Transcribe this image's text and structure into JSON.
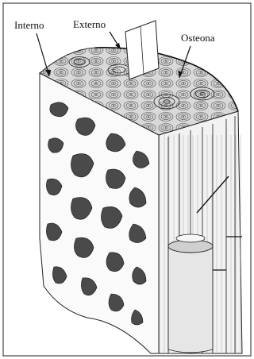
{
  "labels": {
    "interno": "Interno",
    "externo": "Externo",
    "osteona": "Osteona"
  },
  "colors": {
    "ink": "#111111",
    "spongy_fill": "#fafafa",
    "cavity_fill": "#4a4a4a",
    "compact_fill": "#f2f2f2",
    "top_fill": "#d9d9d9",
    "canal_fill": "#e6e6e6"
  }
}
